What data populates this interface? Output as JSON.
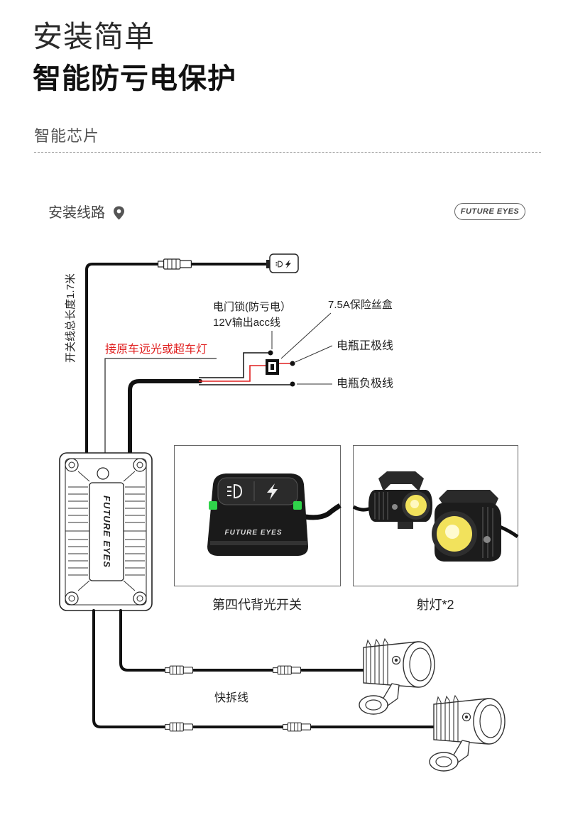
{
  "header": {
    "title_light": "安装简单",
    "title_bold": "智能防亏电保护"
  },
  "section": {
    "title": "智能芯片"
  },
  "diagram": {
    "title": "安装线路",
    "brand_logo": "FUTURE EYES",
    "controller_brand": "FUTURE EYES",
    "labels": {
      "switch_cable_length": "开关线总长度1.7米",
      "high_beam_note": "接原车远光或超车灯",
      "acc_line1": "电门锁(防亏电）",
      "acc_line2": "12V输出acc线",
      "fuse": "7.5A保险丝盒",
      "battery_positive": "电瓶正极线",
      "battery_negative": "电瓶负极线",
      "quick_release": "快拆线"
    }
  },
  "products": [
    {
      "caption": "第四代背光开关",
      "brand": "FUTURE EYES"
    },
    {
      "caption": "射灯*2"
    }
  ],
  "icons": {
    "location": "location-pin-icon",
    "headlight": "headlight-icon",
    "power": "lightning-icon"
  },
  "colors": {
    "text": "#222222",
    "muted": "#555555",
    "accent_red": "#e02020",
    "led_green": "#2fd34a",
    "lens_yellow": "#f2e25c"
  }
}
